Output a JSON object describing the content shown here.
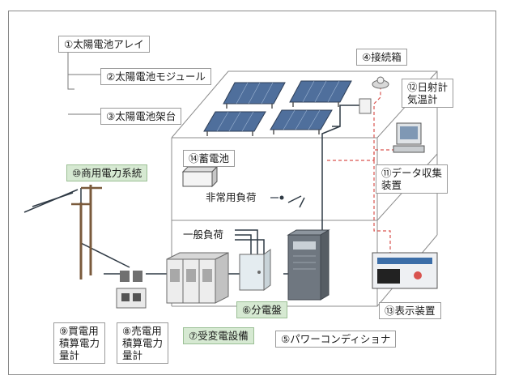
{
  "labels": {
    "l1": "①太陽電池アレイ",
    "l2": "②太陽電池モジュール",
    "l3": "③太陽電池架台",
    "l4": "④接続箱",
    "l5": "⑤パワーコンディショナ",
    "l6": "⑥分電盤",
    "l7": "⑦受変電設備",
    "l8": "⑧売電用\n積算電力\n量計",
    "l9": "⑨買電用\n積算電力\n量計",
    "l10": "⑩商用電力系統",
    "l11": "⑪データ収集\n装置",
    "l12": "⑫日射計\n気温計",
    "l13": "⑬表示装置",
    "l14": "⑭蓄電池",
    "emergency_load": "非常用負荷",
    "general_load": "一般負荷"
  },
  "colors": {
    "green_label_bg": "#d6e9d2",
    "data_line": "#d9534f",
    "power_line": "#2f3a45"
  }
}
